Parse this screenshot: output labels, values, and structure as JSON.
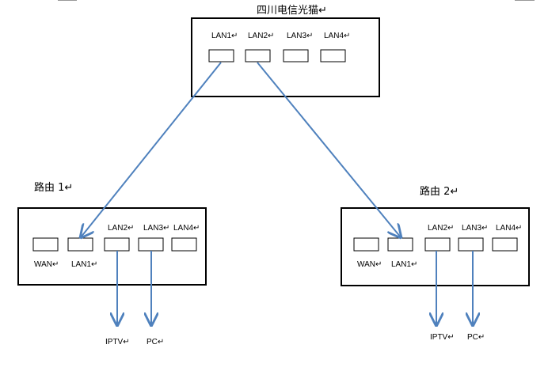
{
  "modem": {
    "title": "四川电信光猫↵",
    "ports": [
      "LAN1↵",
      "LAN2↵",
      "LAN3↵",
      "LAN4↵"
    ]
  },
  "router1": {
    "title": "路由 1↵",
    "top_ports": [
      "LAN2↵",
      "LAN3↵",
      "LAN4↵"
    ],
    "bottom_ports": [
      "WAN↵",
      "LAN1↵"
    ],
    "devices": [
      "IPTV↵",
      "PC↵"
    ]
  },
  "router2": {
    "title": "路由 2↵",
    "top_ports": [
      "LAN2↵",
      "LAN3↵",
      "LAN4↵"
    ],
    "bottom_ports": [
      "WAN↵",
      "LAN1↵"
    ],
    "devices": [
      "IPTV↵",
      "PC↵"
    ]
  },
  "colors": {
    "line": "#4f81bd",
    "box": "#000000"
  }
}
